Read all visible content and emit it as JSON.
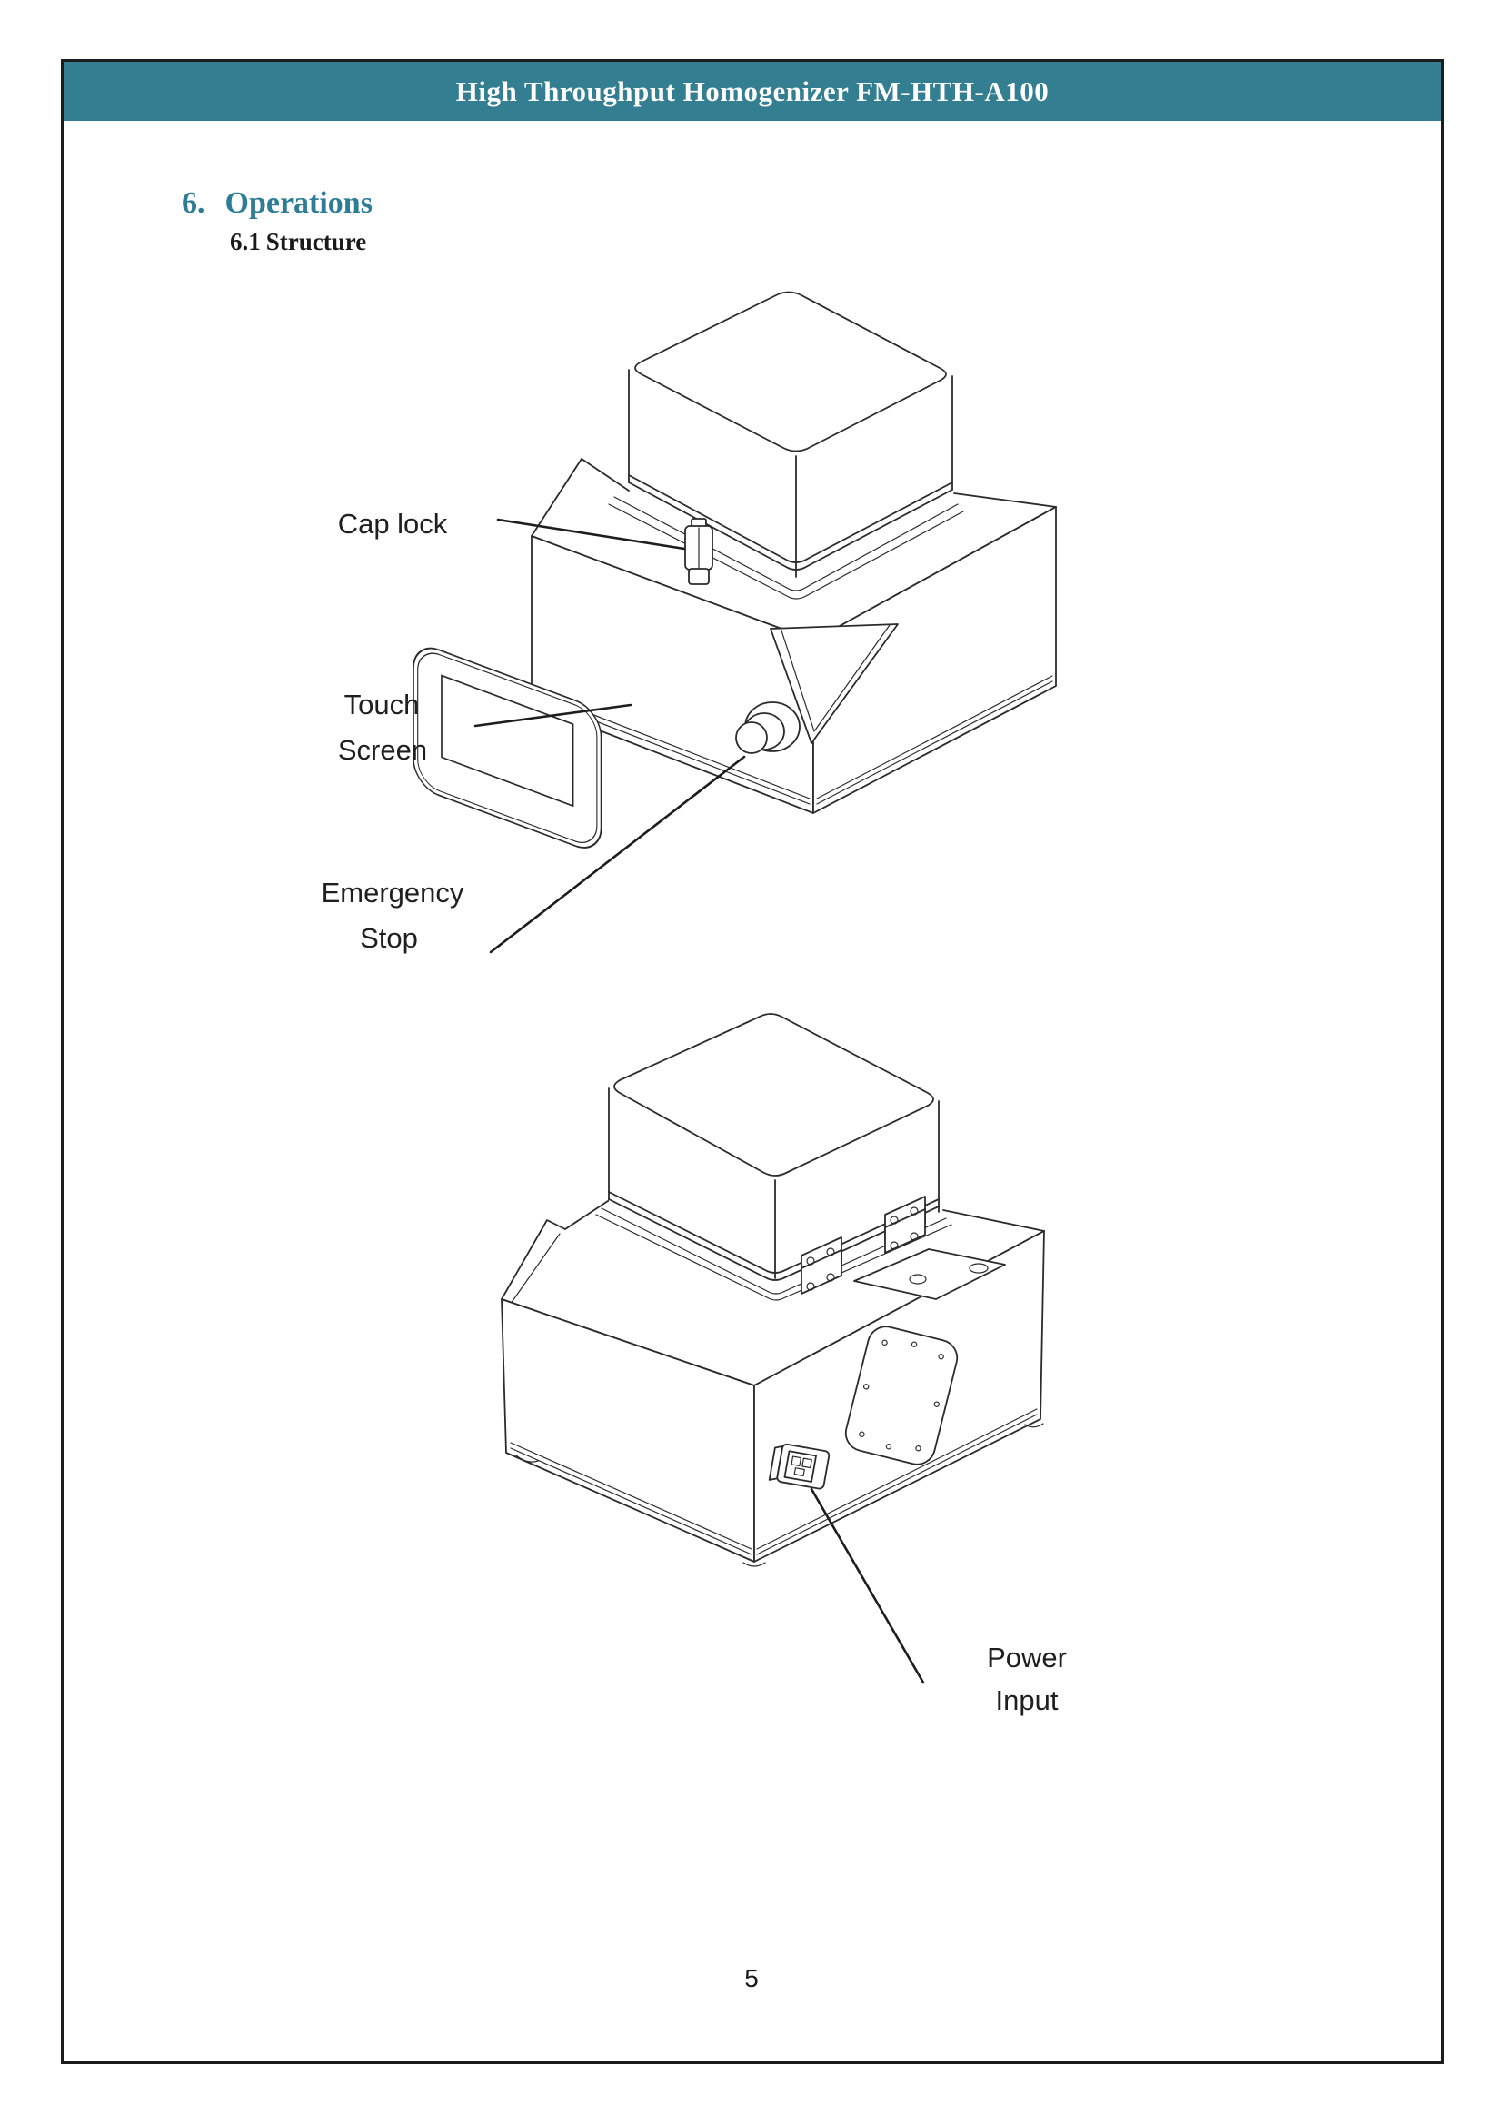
{
  "header": {
    "title": "High Throughput Homogenizer FM-HTH-A100",
    "bg_color": "#347E92",
    "text_color": "#FFFFFF"
  },
  "section": {
    "number": "6.",
    "title": "Operations",
    "color": "#2E7D96"
  },
  "subsection": {
    "number": "6.1",
    "title": "Structure"
  },
  "figure_front": {
    "description": "isometric-line-drawing-front-view",
    "labels": {
      "cap_lock": "Cap lock",
      "touch_screen_line1": "Touch",
      "touch_screen_line2": "Screen",
      "emergency_line1": "Emergency",
      "emergency_line2": "Stop"
    }
  },
  "figure_rear": {
    "description": "isometric-line-drawing-rear-view",
    "labels": {
      "power_line1": "Power",
      "power_line2": "Input"
    }
  },
  "footer": {
    "page_number": "5"
  }
}
